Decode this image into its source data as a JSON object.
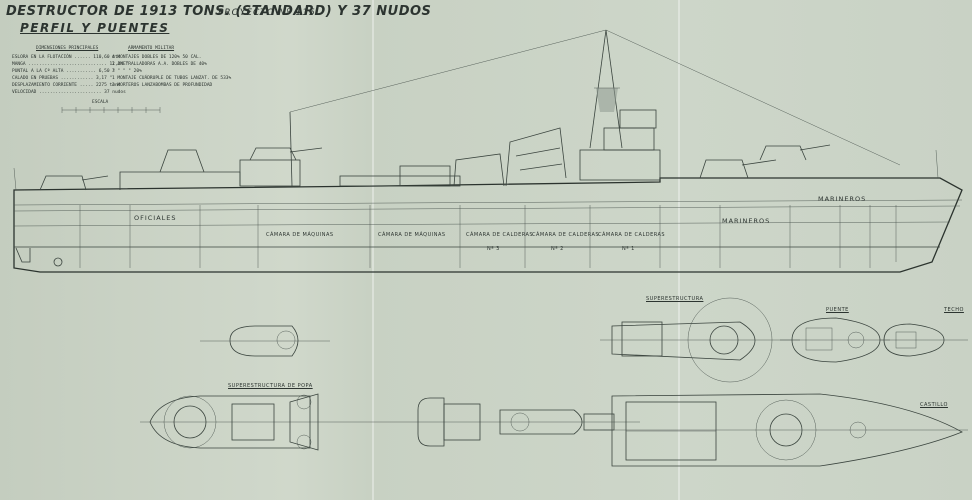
{
  "header": {
    "title_line": "DESTRUCTOR DE 1913 TONS. (STANDARD) Y 37 NUDOS",
    "project": "PROYECTO Nº 115",
    "subtitle": "PERFIL Y PUENTES"
  },
  "tables": {
    "dimensions_heading": "DIMENSIONES PRINCIPALES",
    "armament_heading": "ARMAMENTO MILITAR",
    "dimensions": [
      "ESLORA EN LA FLOTACIÓN ...... 110,60 mts",
      "MANGA ............................. 11,24 \"",
      "PUNTAL A LA Cª ALTA ........... 6,50 \"",
      "CALADO EN PRUEBAS ............ 3,17 \"",
      "DESPLAZAMIENTO CORRIENTE ..... 2275 tons",
      "VELOCIDAD ....................... 37 nudos"
    ],
    "armament": [
      "4 MONTAJES DOBLES DE 120% 50 CAL.",
      "2 AMETRALLADORAS A.A. DOBLES DE 40%",
      "3   \"   \"   \" 20%",
      "1 MONTAJE CUÁDRUPLE DE TUBOS LANZAT. DE 533%",
      "2 MORTEROS LANZABOMBAS DE PROFUNDIDAD"
    ],
    "scale_label": "ESCALA"
  },
  "profile_labels": {
    "compartments": [
      "CÁMARA DE MÁQUINAS",
      "CÁMARA DE MÁQUINAS",
      "CÁMARA DE CALDERAS",
      "CÁMARA DE CALDERAS",
      "CÁMARA DE CALDERAS"
    ],
    "boilers": [
      "Nº 1",
      "Nº 2",
      "Nº 3"
    ],
    "crew_fwd": "MARINEROS",
    "crew_aft": "OFICIALES"
  },
  "section_labels": {
    "superstructure": "SUPERESTRUCTURA",
    "bridge": "PUENTE",
    "roof": "TECHO",
    "aft_superstructure": "SUPERESTRUCTURA DE POPA",
    "forecastle": "CASTILLO"
  }
}
